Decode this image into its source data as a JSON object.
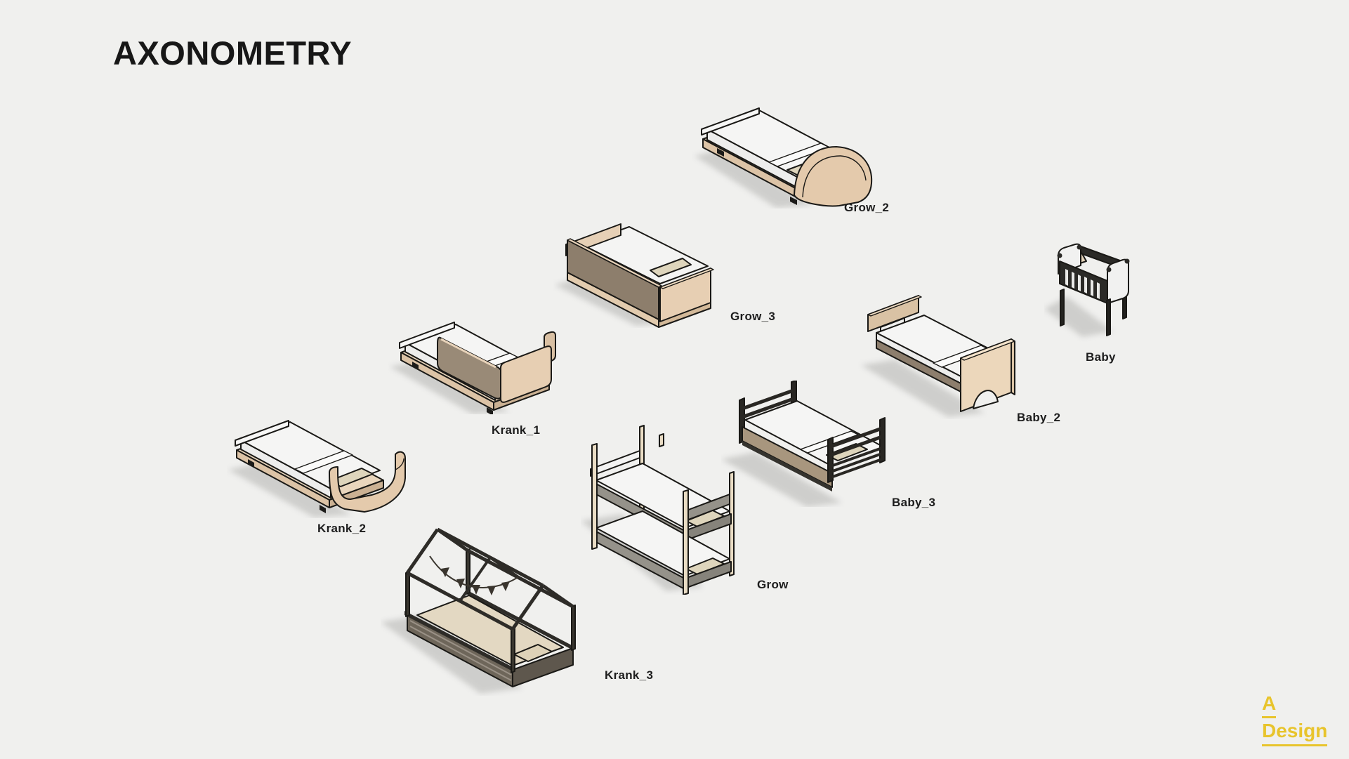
{
  "page": {
    "title": "AXONOMETRY",
    "background_color": "#f0f0ee"
  },
  "items": [
    {
      "id": "grow_2",
      "label": "Grow_2"
    },
    {
      "id": "grow_3",
      "label": "Grow_3"
    },
    {
      "id": "krank_1",
      "label": "Krank_1"
    },
    {
      "id": "krank_2",
      "label": "Krank_2"
    },
    {
      "id": "baby",
      "label": "Baby"
    },
    {
      "id": "baby_2",
      "label": "Baby_2"
    },
    {
      "id": "baby_3",
      "label": "Baby_3"
    },
    {
      "id": "grow",
      "label": "Grow"
    },
    {
      "id": "krank_3",
      "label": "Krank_3"
    }
  ],
  "brand": {
    "line1": "A",
    "line2": "Design",
    "color": "#e8c42c"
  },
  "colors": {
    "background": "#f0f0ee",
    "label_text": "#1d1d1d",
    "title_text": "#171717",
    "accent_gold": "#e8c42c",
    "wood_top": "#e9d6bd",
    "wood_front": "#dcc3a6",
    "wood_end": "#cbb193",
    "panel_taupe": "#8d7e6c",
    "mattress_white": "#f5f5f4",
    "pillow_sand": "#ded5bc",
    "frame_dark": "#2b2a27",
    "shadow_gray": "#a7a7a5"
  }
}
